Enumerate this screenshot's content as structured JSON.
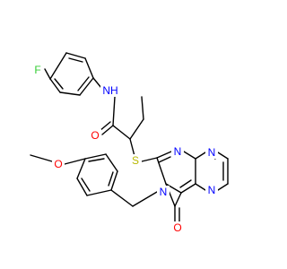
{
  "colors": {
    "bond": "#000000",
    "carbon": "#000000",
    "nitrogen": "#0000ff",
    "oxygen": "#ff0000",
    "sulfur": "#b8b800",
    "fluorine": "#33cc33"
  },
  "atoms": {
    "F": "F",
    "NH": "NH",
    "O_amide": "O",
    "S": "S",
    "O_methoxy": "O",
    "N_pyr_top": "N",
    "N_ring": "N",
    "N_pyrazine_top": "N",
    "N_pyrazine_bottom": "N",
    "O_carbonyl": "O"
  }
}
